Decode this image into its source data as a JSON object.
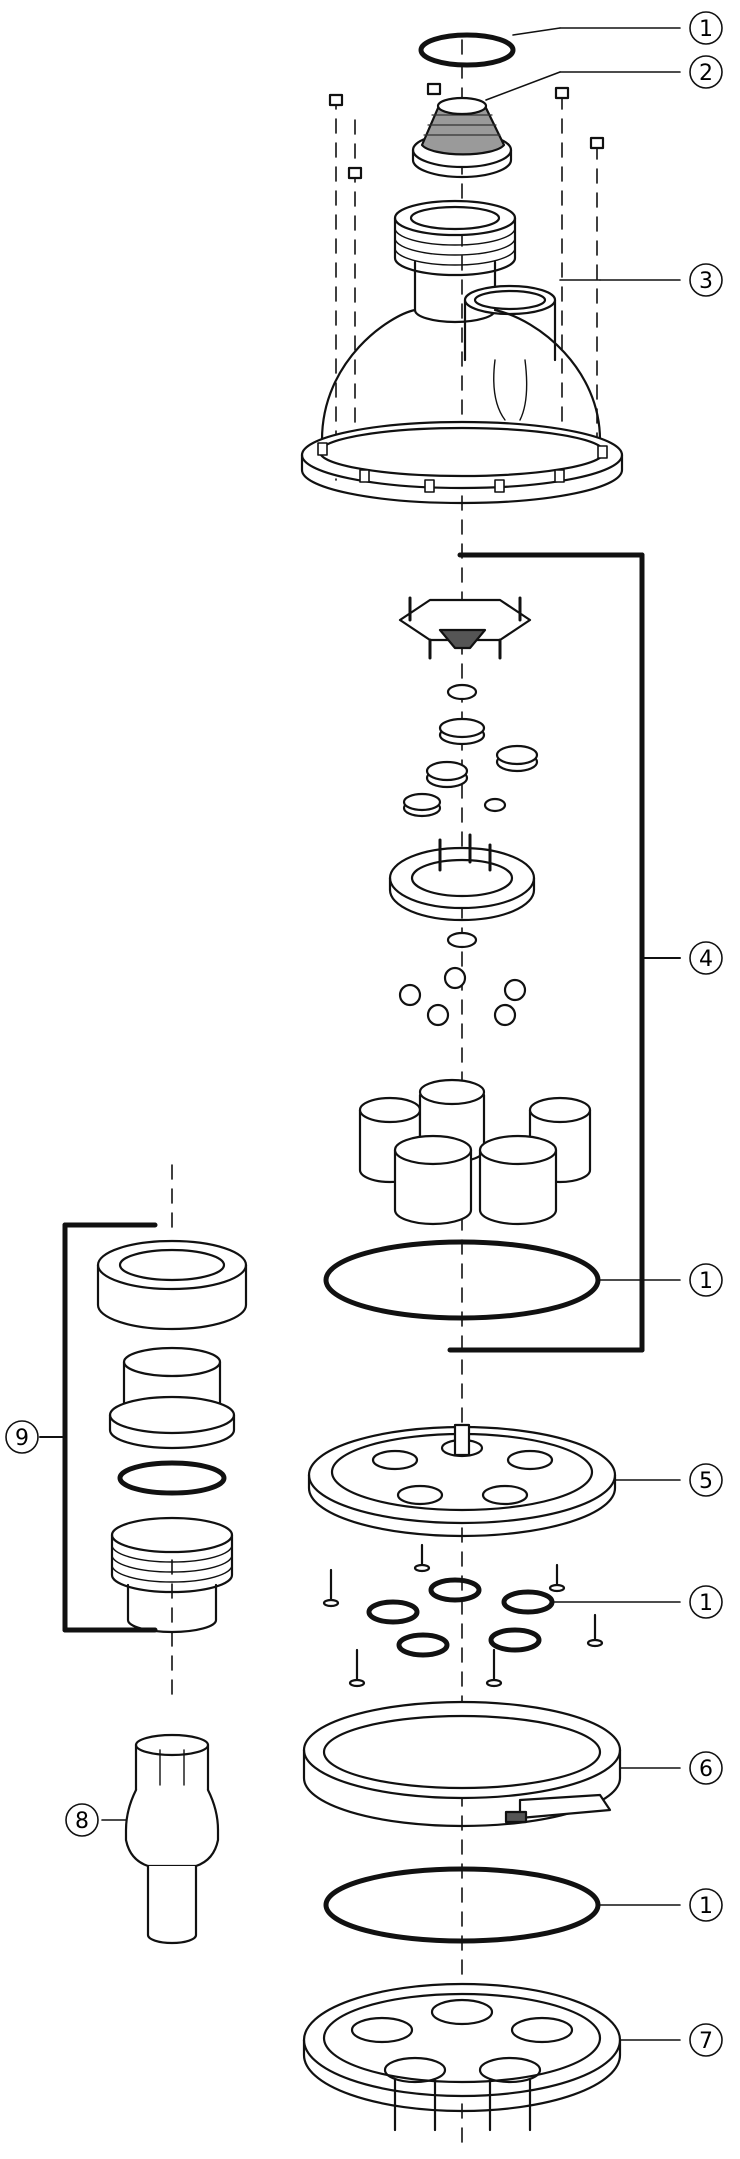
{
  "callouts": [
    {
      "id": "c1a",
      "label": "1"
    },
    {
      "id": "c2",
      "label": "2"
    },
    {
      "id": "c3",
      "label": "3"
    },
    {
      "id": "c4",
      "label": "4"
    },
    {
      "id": "c1b",
      "label": "1"
    },
    {
      "id": "c9",
      "label": "9"
    },
    {
      "id": "c5",
      "label": "5"
    },
    {
      "id": "c1c",
      "label": "1"
    },
    {
      "id": "c6",
      "label": "6"
    },
    {
      "id": "c8",
      "label": "8"
    },
    {
      "id": "c1d",
      "label": "1"
    },
    {
      "id": "c7",
      "label": "7"
    }
  ]
}
